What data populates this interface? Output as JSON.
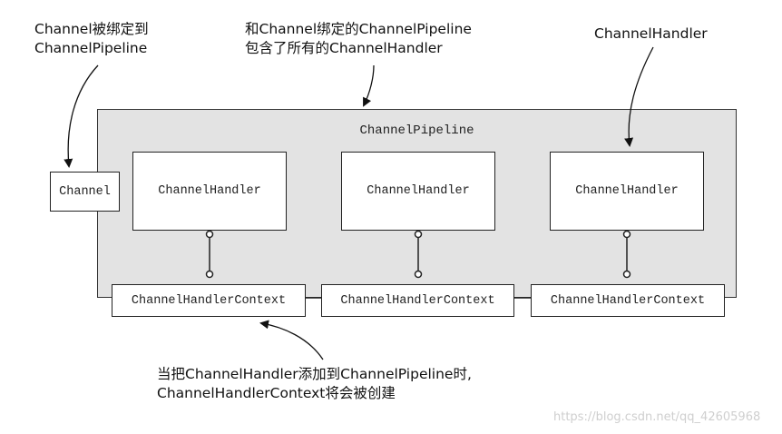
{
  "annotations": {
    "channel_bound": [
      "Channel被绑定到",
      "ChannelPipeline"
    ],
    "pipeline_contains": [
      "和Channel绑定的ChannelPipeline",
      "包含了所有的ChannelHandler"
    ],
    "handler": "ChannelHandler",
    "context_created": [
      "当把ChannelHandler添加到ChannelPipeline时,",
      "ChannelHandlerContext将会被创建"
    ]
  },
  "pipeline": {
    "label": "ChannelPipeline"
  },
  "channel": {
    "label": "Channel"
  },
  "handlers": [
    {
      "label": "ChannelHandler"
    },
    {
      "label": "ChannelHandler"
    },
    {
      "label": "ChannelHandler"
    }
  ],
  "contexts": [
    {
      "label": "ChannelHandlerContext"
    },
    {
      "label": "ChannelHandlerContext"
    },
    {
      "label": "ChannelHandlerContext"
    }
  ],
  "watermark": "https://blog.csdn.net/qq_42605968"
}
